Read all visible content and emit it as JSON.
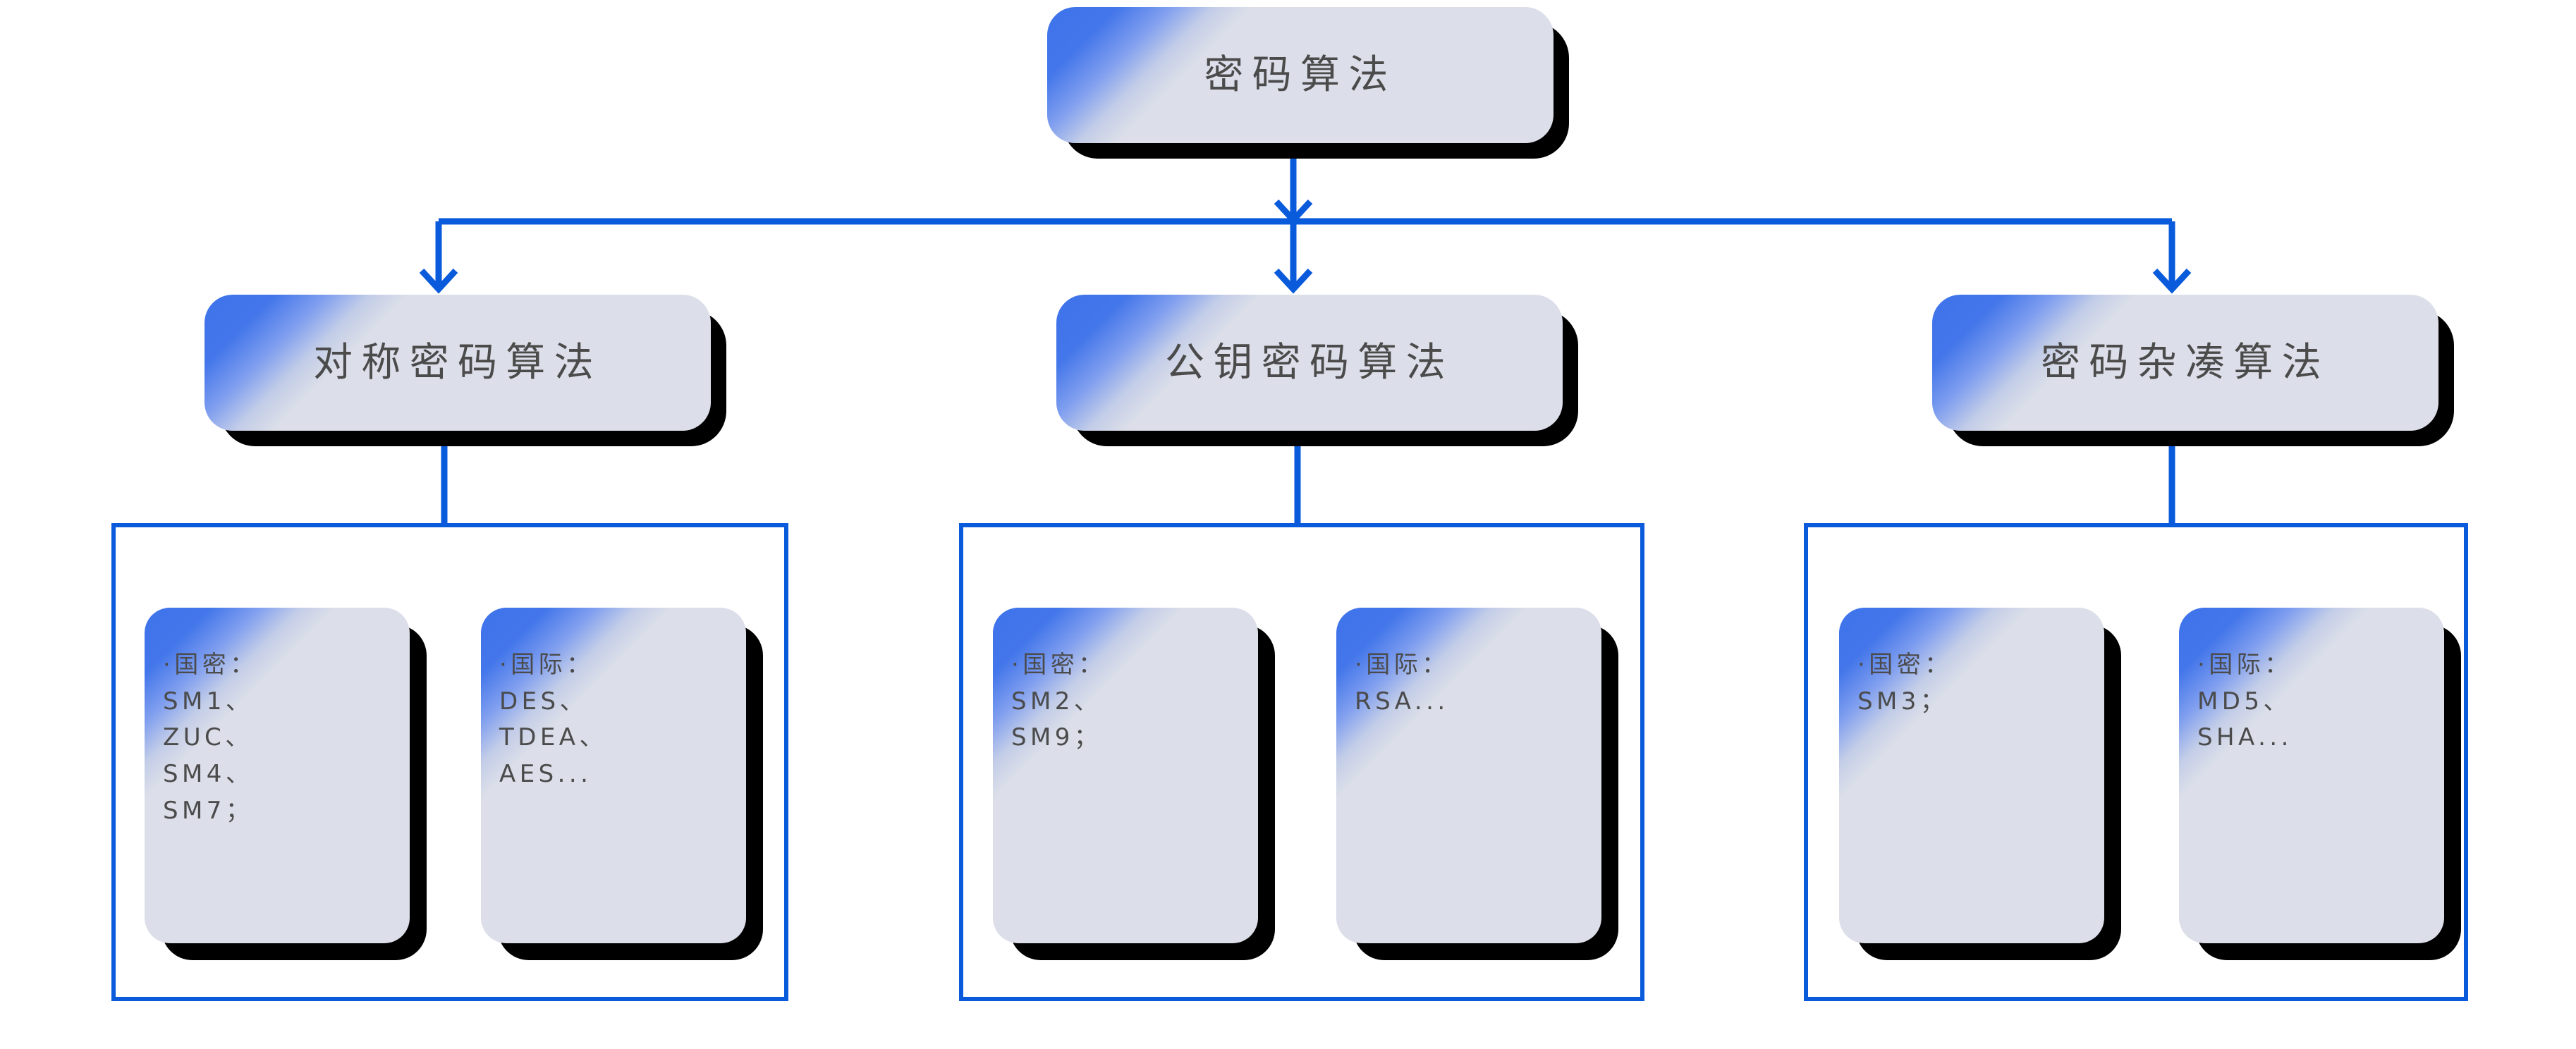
{
  "diagram": {
    "title": "密码算法",
    "root": {
      "label": "密码算法"
    },
    "branches": [
      {
        "label": "对称密码算法",
        "cards": [
          {
            "label": "·国密：\nSM1、\nZUC、\nSM4、\nSM7；"
          },
          {
            "label": "·国际：\nDES、\nTDEA、\nAES..."
          }
        ]
      },
      {
        "label": "公钥密码算法",
        "cards": [
          {
            "label": "·国密：\nSM2、\nSM9；"
          },
          {
            "label": "·国际：\nRSA..."
          }
        ]
      },
      {
        "label": "密码杂凑算法",
        "cards": [
          {
            "label": "·国密：\nSM3；"
          },
          {
            "label": "·国际：\nMD5、\nSHA..."
          }
        ]
      }
    ],
    "colors": {
      "connector": "#0a5bdc",
      "frame_border": "#0a5bdc",
      "node_fill": "#dcdfe9",
      "node_accent": "#3f73ea",
      "node_shadow": "#000000",
      "text": "#4b4b4b",
      "background": "#ffffff"
    }
  }
}
